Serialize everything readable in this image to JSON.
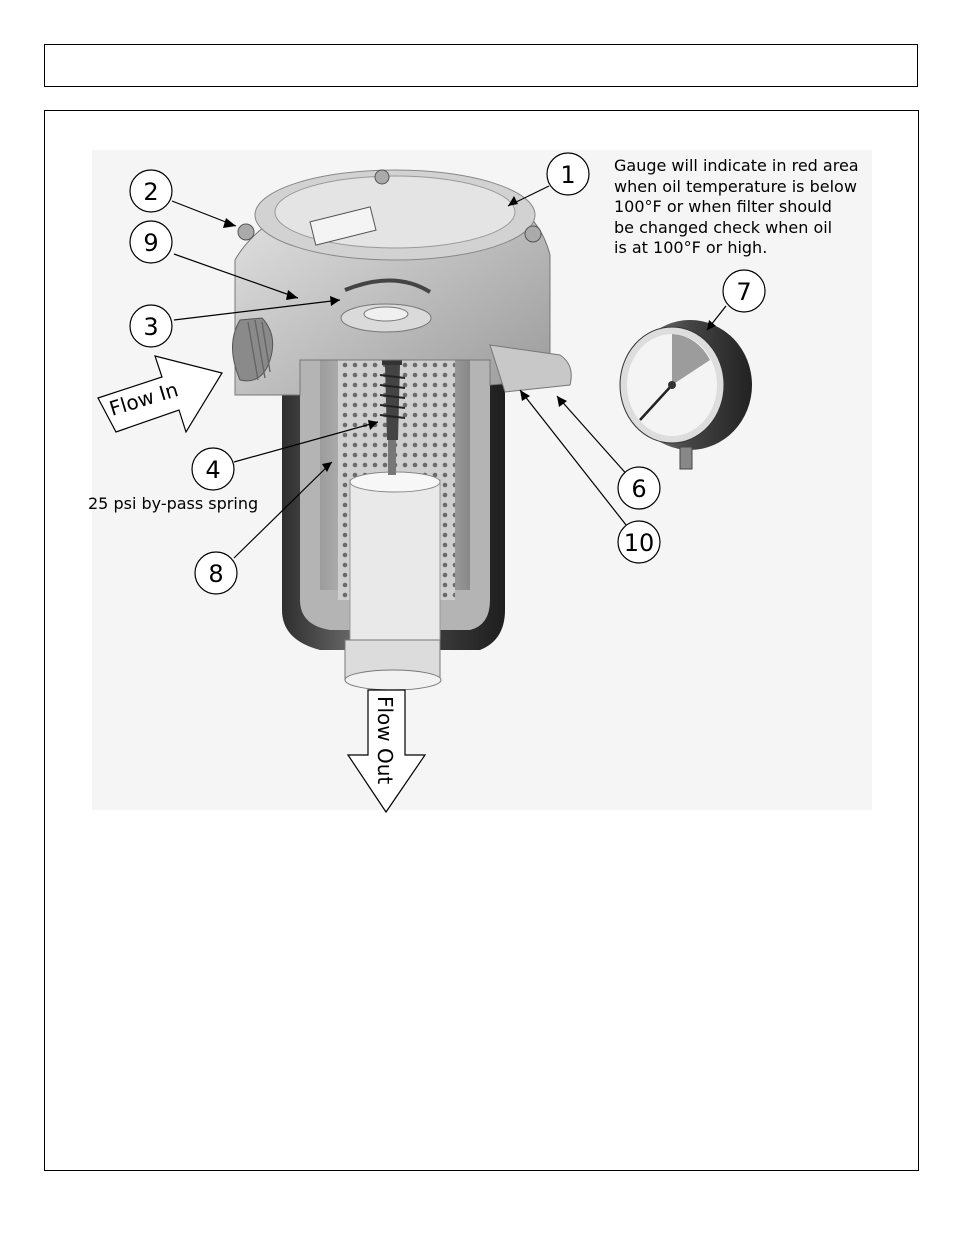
{
  "header": {
    "title": ""
  },
  "figure": {
    "gauge_note": "Gauge will indicate in red area\nwhen oil temperature is below\n100°F or when filter should\nbe changed check when oil\nis at 100°F or high.",
    "spring_caption": "25 psi by-pass spring",
    "flow_in_label": "Flow In",
    "flow_out_label": "Flow Out",
    "callouts": {
      "c1": "1",
      "c2": "2",
      "c3": "3",
      "c4": "4",
      "c6": "6",
      "c7": "7",
      "c8": "8",
      "c9": "9",
      "c10": "10"
    }
  }
}
